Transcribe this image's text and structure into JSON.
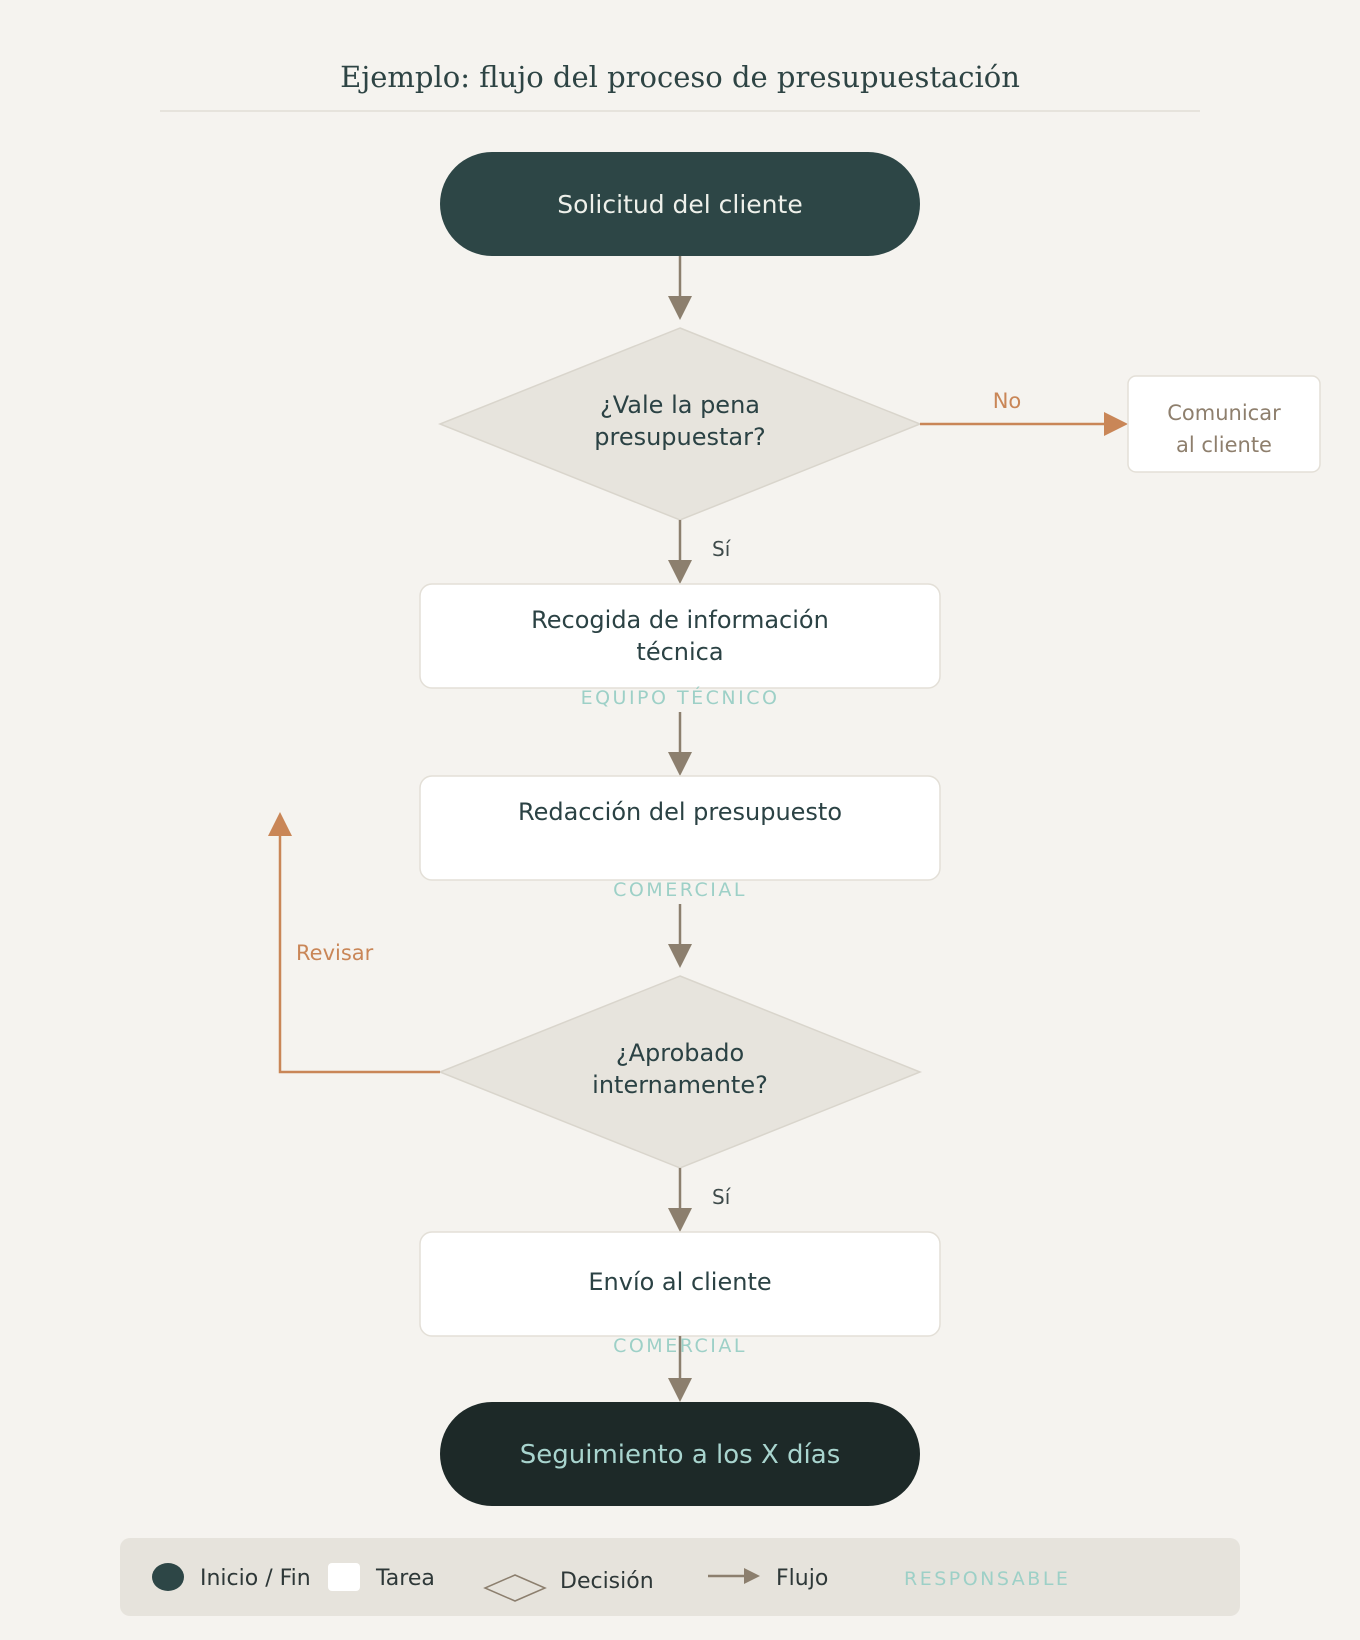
{
  "title": "Ejemplo: flujo del proceso de presupuestación",
  "nodes": {
    "start": {
      "label": "Solicitud del cliente"
    },
    "decision1": {
      "line1": "¿Vale la pena",
      "line2": "presupuestar?"
    },
    "notify": {
      "line1": "Comunicar",
      "line2": "al cliente"
    },
    "gather": {
      "line1": "Recogida de información",
      "line2": "técnica",
      "role": "EQUIPO TÉCNICO"
    },
    "draft": {
      "label": "Redacción del presupuesto",
      "role": "COMERCIAL"
    },
    "decision2": {
      "line1": "¿Aprobado",
      "line2": "internamente?"
    },
    "send": {
      "label": "Envío al cliente",
      "role": "COMERCIAL"
    },
    "end": {
      "label": "Seguimiento a los X días"
    }
  },
  "edges": {
    "no": "No",
    "yes1": "Sí",
    "yes2": "Sí",
    "revise": "Revisar"
  },
  "legend": {
    "start_end": "Inicio / Fin",
    "task": "Tarea",
    "decision": "Decisión",
    "flow": "Flujo",
    "responsible": "RESPONSABLE"
  },
  "colors": {
    "background": "#f5f3ef",
    "terminal_start": "#2d4646",
    "terminal_end": "#1d2928",
    "decision_fill": "#e7e4dd",
    "task_fill": "#ffffff",
    "flow_arrow": "#8c7f6e",
    "alt_arrow": "#c98657",
    "role_text": "#9dd0c7"
  }
}
